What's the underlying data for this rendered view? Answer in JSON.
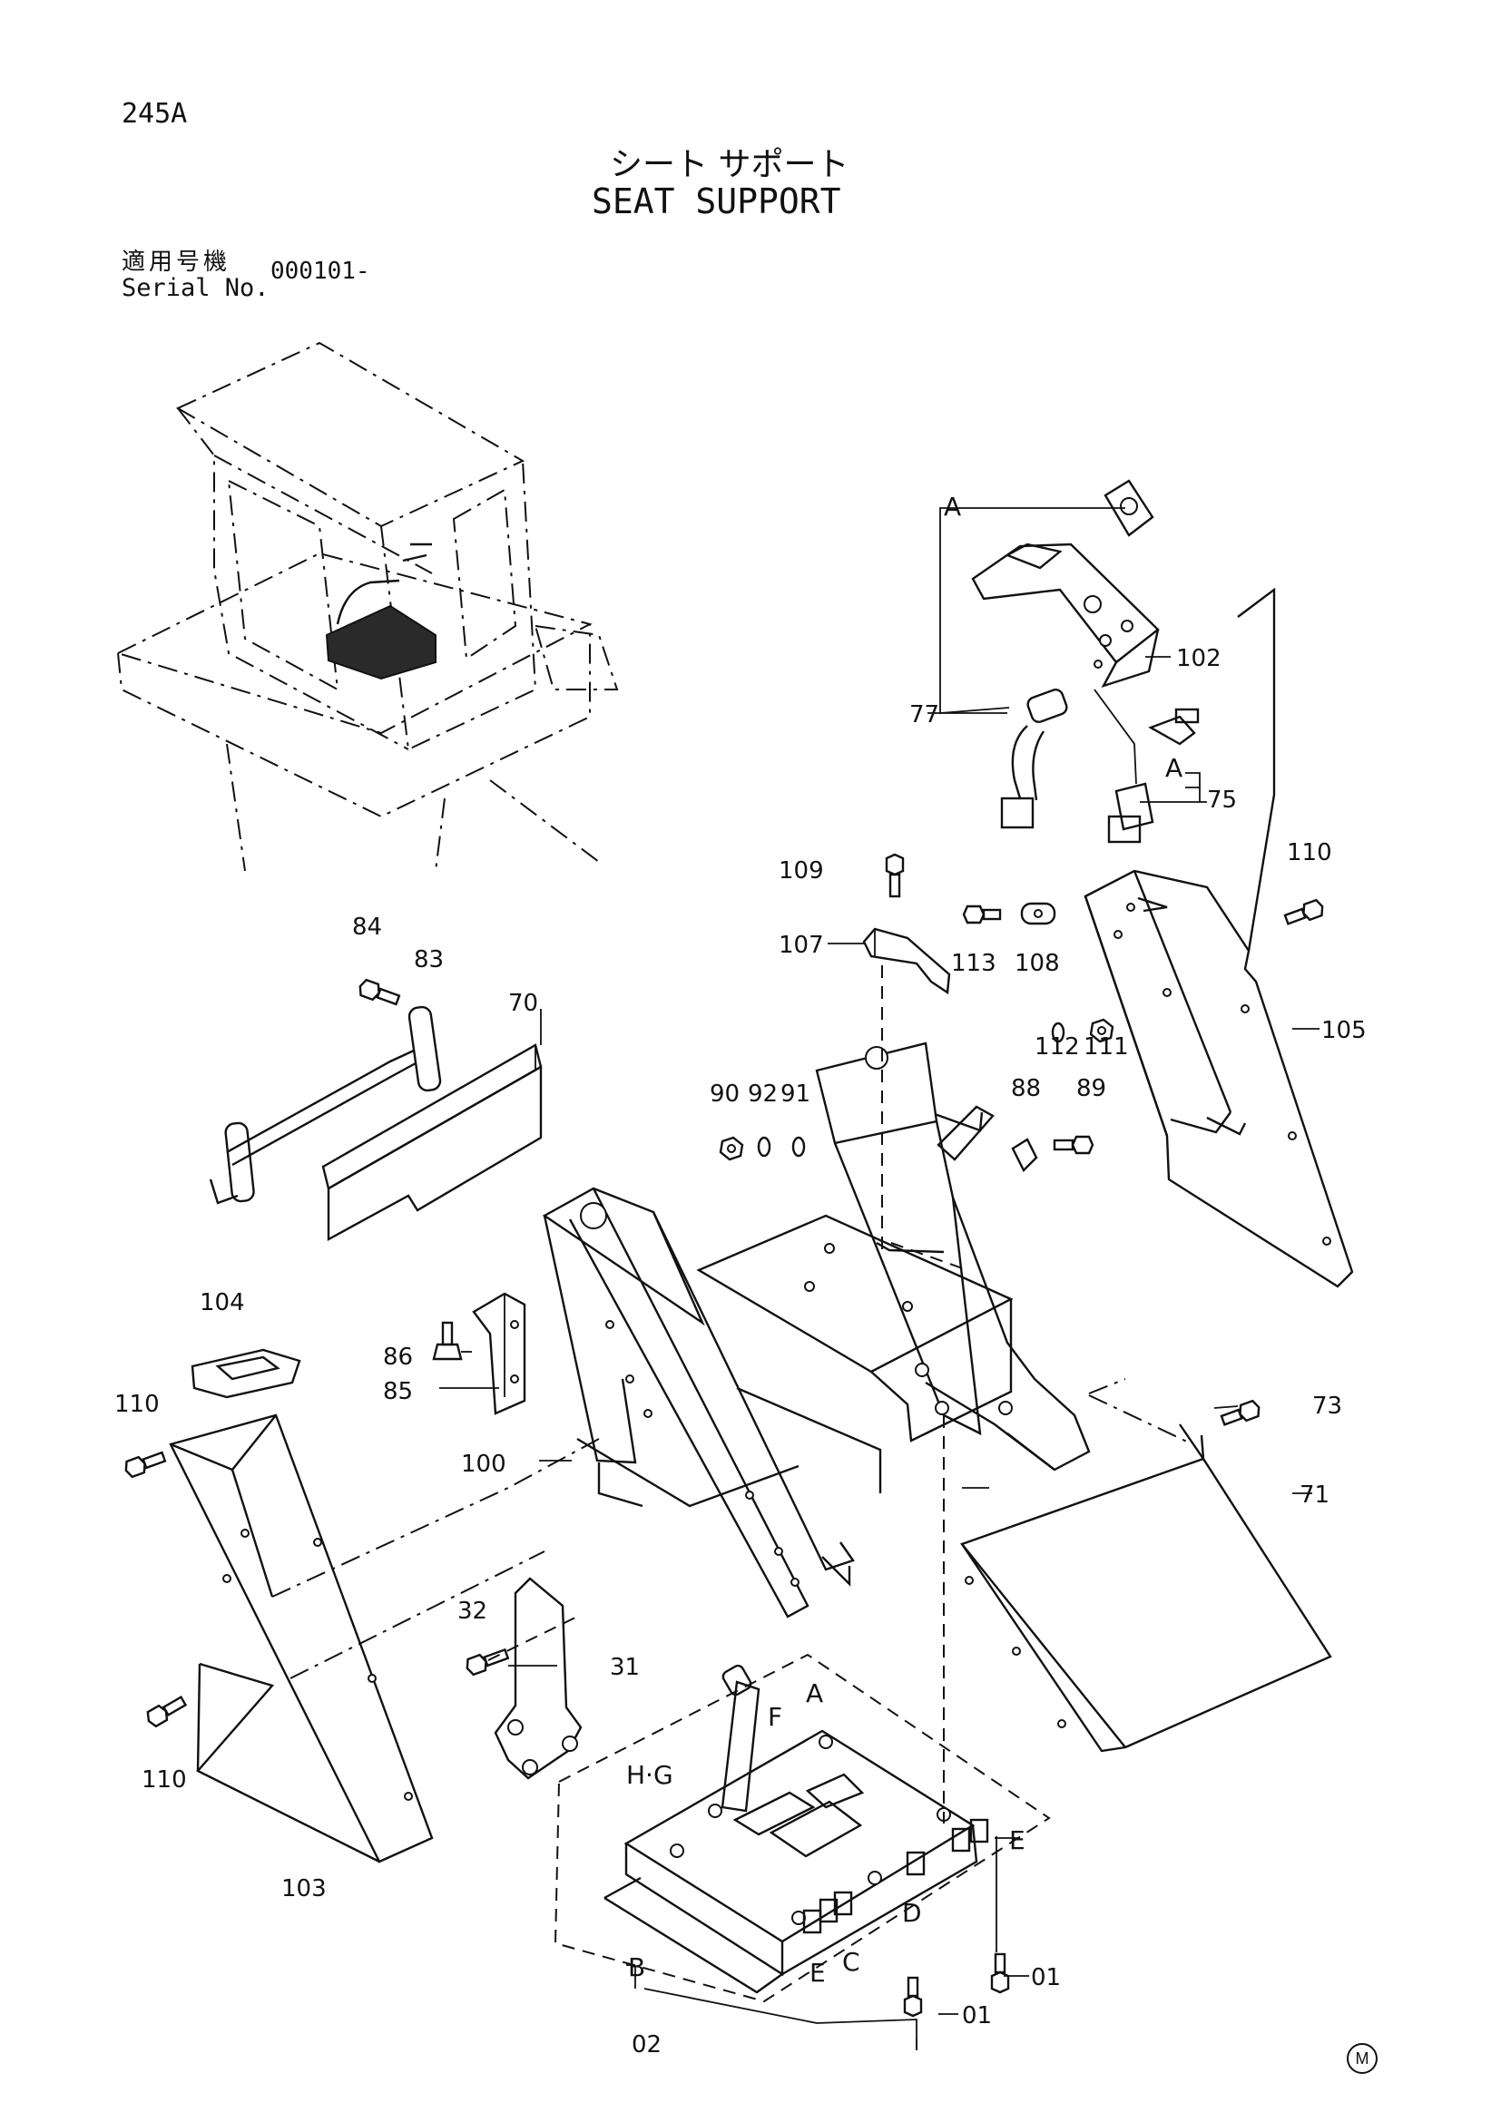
{
  "header": {
    "page_code": "245A",
    "title_jp": "シート サポート",
    "title_en": "SEAT SUPPORT",
    "serial_label_jp": "適用号機",
    "serial_label_en": "Serial No.",
    "serial_value": "000101-"
  },
  "footer_mark": "M",
  "callouts": {
    "c01a": "01",
    "c01b": "01",
    "c02": "02",
    "c31": "31",
    "c32": "32",
    "c70": "70",
    "c71": "71",
    "c73": "73",
    "c75": "75",
    "c77": "77",
    "c83": "83",
    "c84": "84",
    "c85": "85",
    "c86": "86",
    "c88": "88",
    "c89": "89",
    "c90": "90",
    "c91": "91",
    "c92": "92",
    "c100": "100",
    "c102": "102",
    "c103": "103",
    "c104": "104",
    "c105": "105",
    "c107": "107",
    "c108": "108",
    "c109": "109",
    "c110a": "110",
    "c110b": "110",
    "c110c": "110",
    "c111": "111",
    "c112": "112",
    "c113": "113"
  },
  "detail_letters": {
    "a_top": "A",
    "a_key": "A",
    "a_box": "A",
    "b": "B",
    "c": "C",
    "d": "D",
    "e_right": "E",
    "e_bottom": "E",
    "f": "F",
    "hg": "H·G"
  }
}
